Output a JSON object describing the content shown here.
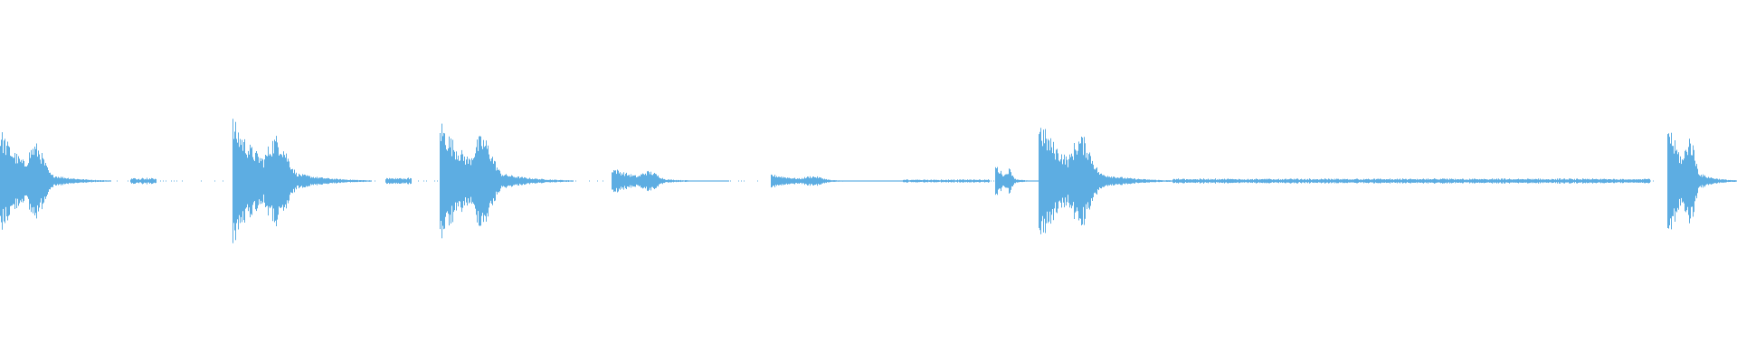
{
  "waveform": {
    "color": "#5dade2",
    "background": "#ffffff",
    "duration_fraction_segments": [
      {
        "start": 0.0,
        "end": 0.064,
        "peak": 0.3,
        "kind": "burst"
      },
      {
        "start": 0.075,
        "end": 0.09,
        "peak": 0.02,
        "kind": "trail"
      },
      {
        "start": 0.134,
        "end": 0.214,
        "peak": 0.36,
        "kind": "burst"
      },
      {
        "start": 0.222,
        "end": 0.237,
        "peak": 0.02,
        "kind": "trail"
      },
      {
        "start": 0.253,
        "end": 0.33,
        "peak": 0.36,
        "kind": "burst"
      },
      {
        "start": 0.352,
        "end": 0.42,
        "peak": 0.08,
        "kind": "burst"
      },
      {
        "start": 0.444,
        "end": 0.52,
        "peak": 0.04,
        "kind": "burst"
      },
      {
        "start": 0.52,
        "end": 0.57,
        "peak": 0.01,
        "kind": "trail"
      },
      {
        "start": 0.573,
        "end": 0.598,
        "peak": 0.1,
        "kind": "burst"
      },
      {
        "start": 0.598,
        "end": 0.675,
        "peak": 0.36,
        "kind": "burst"
      },
      {
        "start": 0.675,
        "end": 0.95,
        "peak": 0.015,
        "kind": "trail"
      },
      {
        "start": 0.96,
        "end": 1.0,
        "peak": 0.36,
        "kind": "burst"
      }
    ]
  }
}
